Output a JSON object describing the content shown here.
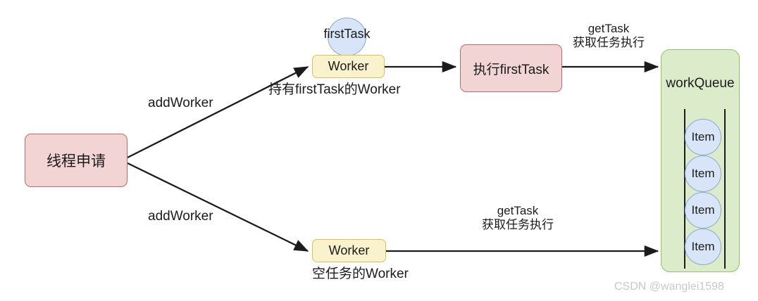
{
  "diagram": {
    "title": "Java thread pool worker / workQueue flow",
    "colors": {
      "pink_fill": "#f3d4d4",
      "pink_stroke": "#b96a6a",
      "yellow_fill": "#faf1cd",
      "yellow_stroke": "#d9c155",
      "green_fill": "#dceccb",
      "green_stroke": "#94bf6c",
      "blue_fill": "#d8e4f7",
      "blue_stroke": "#8ba7d1",
      "edge_stroke": "#1b1b1b",
      "watermark": "#c9c9c9"
    },
    "nodes": {
      "thread_request": "线程申请",
      "worker_top": "Worker",
      "first_task": "firstTask",
      "exec_first_task": "执行firstTask",
      "work_queue": "workQueue",
      "worker_bottom": "Worker"
    },
    "queue_items": [
      {
        "label": "Item"
      },
      {
        "label": "Item"
      },
      {
        "label": "Item"
      },
      {
        "label": "Item"
      }
    ],
    "edge_labels": {
      "add_worker_top": "addWorker",
      "add_worker_bottom": "addWorker",
      "holds_first_task": "持有firstTask的Worker",
      "empty_worker": "空任务的Worker",
      "get_task_top_line1": "getTask",
      "get_task_top_line2": "获取任务执行",
      "get_task_bottom_line1": "getTask",
      "get_task_bottom_line2": "获取任务执行"
    },
    "watermark": "CSDN @wanglei1598"
  }
}
